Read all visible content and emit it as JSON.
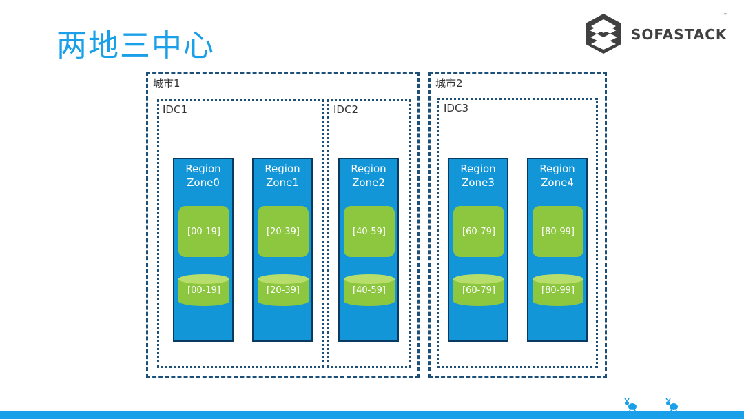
{
  "title": "两地三中心",
  "logo": {
    "text": "SOFASTACK",
    "tm": "™"
  },
  "cities": [
    {
      "label": "城市1"
    },
    {
      "label": "城市2"
    }
  ],
  "idcs": [
    {
      "label": "IDC1"
    },
    {
      "label": "IDC2"
    },
    {
      "label": "IDC3"
    }
  ],
  "zones": [
    {
      "line1": "Region",
      "line2": "Zone0",
      "range": "[00-19]",
      "db": "[00-19]"
    },
    {
      "line1": "Region",
      "line2": "Zone1",
      "range": "[20-39]",
      "db": "[20-39]"
    },
    {
      "line1": "Region",
      "line2": "Zone2",
      "range": "[40-59]",
      "db": "[40-59]"
    },
    {
      "line1": "Region",
      "line2": "Zone3",
      "range": "[60-79]",
      "db": "[60-79]"
    },
    {
      "line1": "Region",
      "line2": "Zone4",
      "range": "[80-99]",
      "db": "[80-99]"
    }
  ],
  "colors": {
    "accent": "#1aa0e8",
    "zone_fill": "#1296d8",
    "zone_border": "#0b3a60",
    "range_fill": "#8dc63f",
    "frame": "#1d5079"
  }
}
